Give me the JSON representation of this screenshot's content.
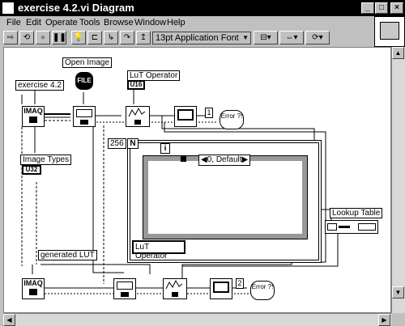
{
  "window": {
    "title": "exercise 4.2.vi Diagram",
    "btn_min": "_",
    "btn_max": "□",
    "btn_close": "×"
  },
  "menu": [
    "File",
    "Edit",
    "Operate",
    "Tools",
    "Browse",
    "Window",
    "Help"
  ],
  "toolbar": {
    "font": "13pt Application Font"
  },
  "diagram": {
    "vi_name_label": "exercise 4.2",
    "open_image_label": "Open Image",
    "file_icon": "FILE",
    "lut_operator_label": "LuT Operator",
    "lut_operator_type": "U16",
    "imaq_text": "IMAQ",
    "image_types_label": "Image Types",
    "image_types_type": "U32",
    "loop_count": "256",
    "loop_n": "N",
    "loop_i": "i",
    "case_selector": "0, Default",
    "lut_operator_inner": "LuT Operator",
    "lookup_table_label": "Lookup Table",
    "generated_lut_label": "generated LUT",
    "index_1": "1",
    "index_2": "2",
    "error_text": "Error ?!"
  }
}
